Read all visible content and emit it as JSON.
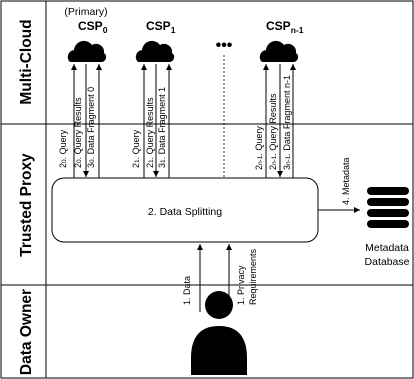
{
  "lanes": {
    "multi_cloud": "Multi-Cloud",
    "trusted_proxy": "Trusted Proxy",
    "data_owner": "Data Owner"
  },
  "clouds": {
    "primary_note": "(Primary)",
    "csp0": {
      "name": "CSP",
      "sub": "0"
    },
    "csp1": {
      "name": "CSP",
      "sub": "1"
    },
    "cspn": {
      "name": "CSP",
      "sub": "n-1"
    },
    "ellipsis": "•••"
  },
  "arrows": {
    "csp0": {
      "query": {
        "num": "2",
        "sub": "0",
        "text": ". Query"
      },
      "results": {
        "num": "2",
        "sub": "0",
        "text": ". Query Results"
      },
      "fragment": {
        "num": "3",
        "sub": "0",
        "text": ". Data Fragment 0"
      }
    },
    "csp1": {
      "query": {
        "num": "2",
        "sub": "1",
        "text": ". Query"
      },
      "results": {
        "num": "2",
        "sub": "1",
        "text": ". Query Results"
      },
      "fragment": {
        "num": "3",
        "sub": "1",
        "text": ". Data Fragment 1"
      }
    },
    "cspn": {
      "query": {
        "num": "2",
        "sub": "n-1",
        "text": ". Query"
      },
      "results": {
        "num": "2",
        "sub": "n-1",
        "text": ". Query Results"
      },
      "fragment": {
        "num": "3",
        "sub": "n-1",
        "text": ". Data Fragment n-1"
      }
    },
    "metadata": "4. Metadata",
    "data": "1. Data",
    "privacy_line1": "1. Privacy",
    "privacy_line2": "Requirements"
  },
  "proxy": {
    "label": "2. Data Splitting"
  },
  "database": {
    "line1": "Metadata",
    "line2": "Database"
  }
}
